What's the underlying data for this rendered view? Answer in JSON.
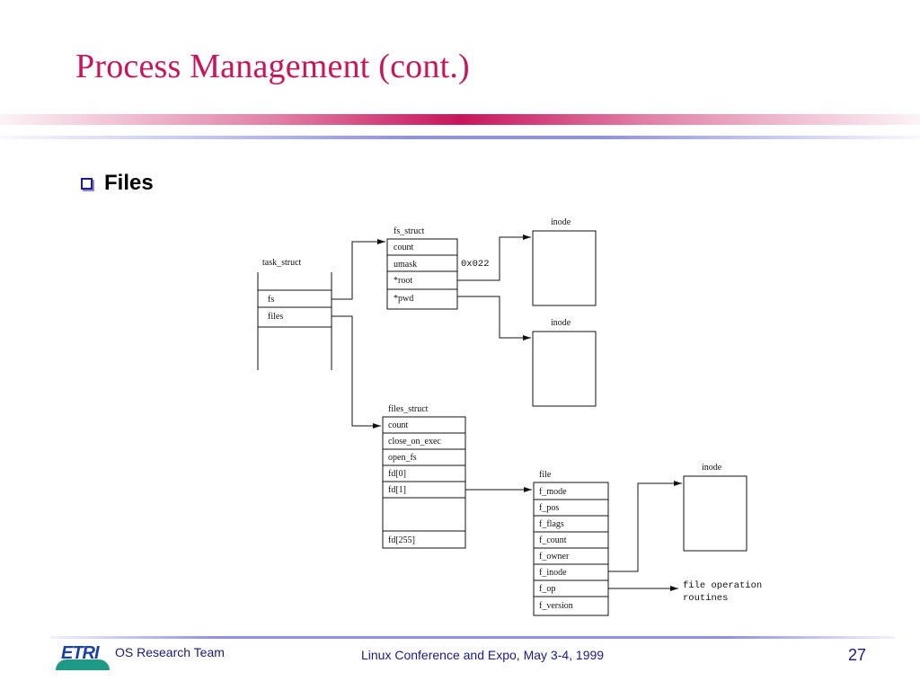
{
  "slide": {
    "title": "Process Management (cont.)",
    "bullet": "Files"
  },
  "diagram": {
    "task_struct": {
      "label": "task_struct",
      "fields": [
        "fs",
        "files"
      ]
    },
    "fs_struct": {
      "label": "fs_struct",
      "fields": [
        "count",
        "umask",
        "*root",
        "*pwd"
      ],
      "umask_value": "0x022"
    },
    "files_struct": {
      "label": "files_struct",
      "fields": [
        "count",
        "close_on_exec",
        "open_fs",
        "fd[0]",
        "fd[1]",
        "fd[255]"
      ]
    },
    "file": {
      "label": "file",
      "fields": [
        "f_mode",
        "f_pos",
        "f_flags",
        "f_count",
        "f_owner",
        "f_inode",
        "f_op",
        "f_version"
      ]
    },
    "inode_labels": [
      "inode",
      "inode",
      "inode"
    ],
    "file_operation_routines": [
      "file operation",
      "routines"
    ]
  },
  "footer": {
    "logo": "ETRI",
    "team": "OS Research Team",
    "conference": "Linux Conference and Expo, May 3-4, 1999",
    "page": "27"
  }
}
